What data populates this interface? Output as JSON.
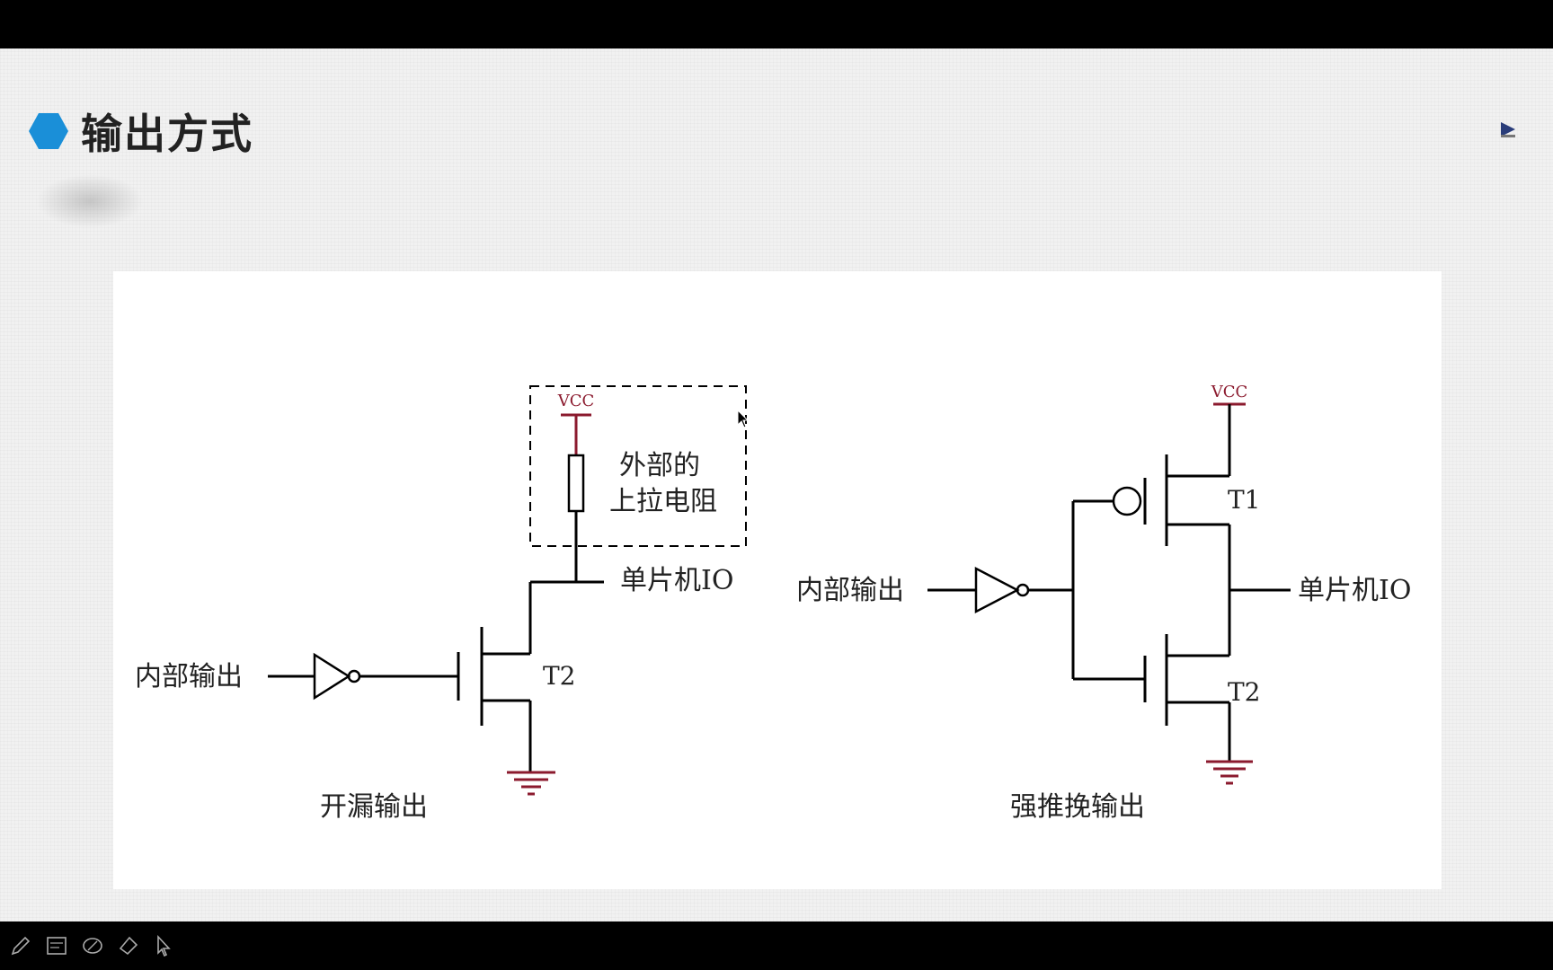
{
  "slide": {
    "title": "输出方式"
  },
  "diagram": {
    "left": {
      "vcc": "VCC",
      "pullup_label_line1": "外部的",
      "pullup_label_line2": "上拉电阻",
      "io_label": "单片机IO",
      "input_label": "内部输出",
      "transistor": "T2",
      "caption": "开漏输出"
    },
    "right": {
      "vcc": "VCC",
      "t1": "T1",
      "t2": "T2",
      "io_label": "单片机IO",
      "input_label": "内部输出",
      "caption": "强推挽输出"
    }
  },
  "toolbar": {
    "tools": [
      "pen-icon",
      "whiteboard-icon",
      "highlighter-icon",
      "eraser-icon",
      "pointer-icon"
    ]
  },
  "colors": {
    "accent": "#1a8fd8",
    "vcc_color": "#8b1a2e",
    "line": "#000000"
  }
}
